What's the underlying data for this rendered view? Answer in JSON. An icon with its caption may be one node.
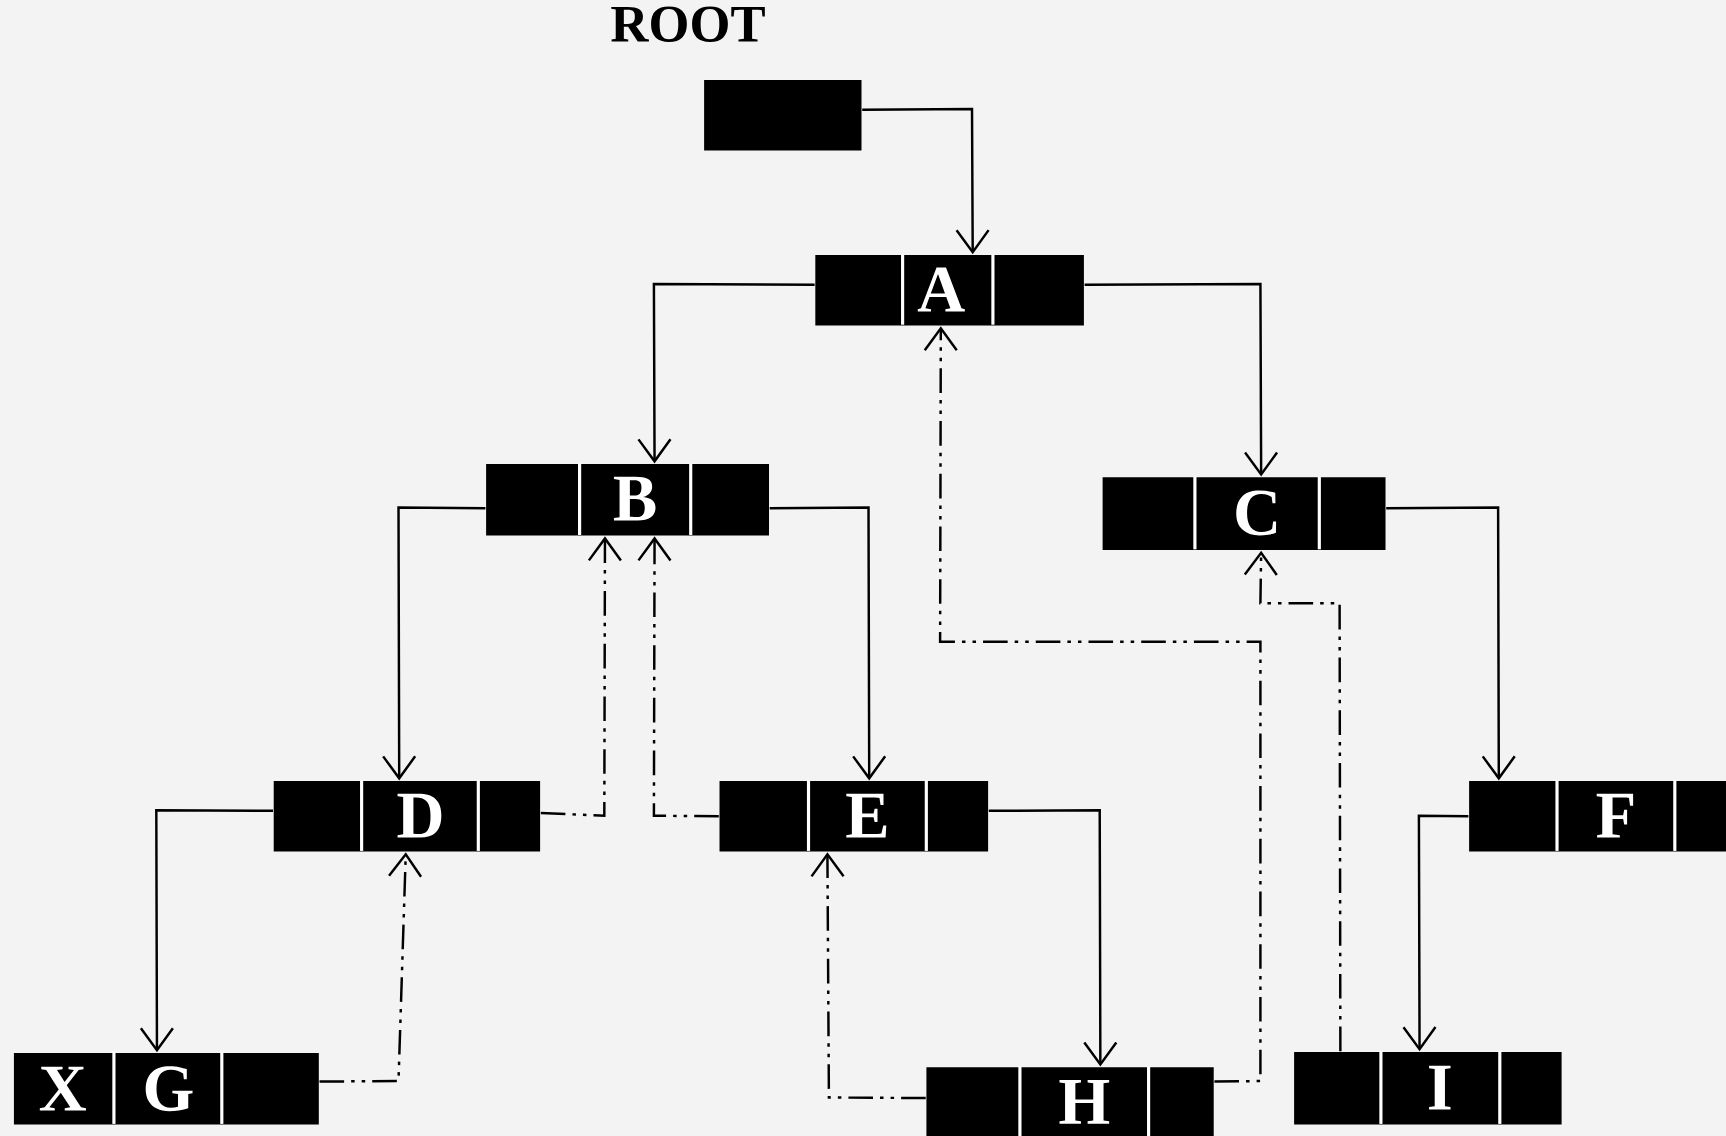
{
  "diagram": {
    "nodes": [
      {
        "text": [
          "ROOT"
        ]
      },
      {
        "text": [
          "A"
        ]
      },
      {
        "text": [
          "B"
        ]
      },
      {
        "text": [
          "C"
        ]
      },
      {
        "text": [
          "D"
        ]
      },
      {
        "text": [
          "E"
        ]
      },
      {
        "text": [
          "F"
        ]
      },
      {
        "text": [
          "X",
          "G"
        ]
      },
      {
        "text": [
          "H"
        ]
      },
      {
        "text": [
          "I"
        ]
      }
    ],
    "edges": [
      {
        "from": 0,
        "to": 1,
        "arrow": "to"
      },
      {
        "from": 1,
        "to": 2,
        "arrow": "to"
      },
      {
        "from": 1,
        "to": 3,
        "arrow": "to"
      },
      {
        "from": 2,
        "to": 4,
        "arrow": "to"
      },
      {
        "from": 2,
        "to": 5,
        "arrow": "to"
      },
      {
        "from": 3,
        "to": 6,
        "arrow": "to"
      },
      {
        "from": 4,
        "to": 7,
        "arrow": "to"
      },
      {
        "from": 5,
        "to": 8,
        "arrow": "to"
      },
      {
        "from": 6,
        "to": 9,
        "arrow": "to"
      },
      {
        "from": 4,
        "to": 2,
        "arrow": "to",
        "style": "dashed"
      },
      {
        "from": 5,
        "to": 2,
        "arrow": "to",
        "style": "dashed"
      },
      {
        "from": 7,
        "to": 4,
        "arrow": "to",
        "style": "dashed"
      },
      {
        "from": 8,
        "to": 5,
        "arrow": "to",
        "style": "dashed"
      },
      {
        "from": 8,
        "to": 1,
        "arrow": "to",
        "style": "dashed"
      },
      {
        "from": 9,
        "to": 3,
        "arrow": "to",
        "style": "dashed"
      }
    ]
  }
}
